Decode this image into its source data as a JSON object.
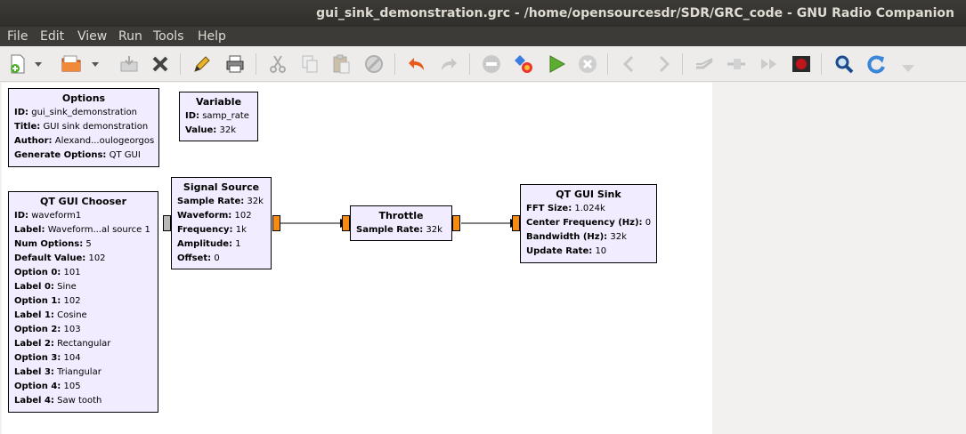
{
  "window": {
    "title": "gui_sink_demonstration.grc - /home/opensourcesdr/SDR/GRC_code - GNU Radio Companion"
  },
  "menu": {
    "file": "File",
    "edit": "Edit",
    "view": "View",
    "run": "Run",
    "tools": "Tools",
    "help": "Help"
  },
  "toolbar": {
    "icons": [
      "new-icon",
      "dropdown-icon",
      "open-icon",
      "dropdown-icon",
      "save-icon",
      "close-icon",
      "edit-icon",
      "print-icon",
      "cut-icon",
      "copy-icon",
      "paste-icon",
      "delete-icon",
      "undo-icon",
      "redo-icon",
      "disable-icon",
      "generate-icon",
      "execute-icon",
      "kill-icon",
      "rotate-left-icon",
      "rotate-right-icon",
      "enable-icon",
      "bypass-icon",
      "forward-icon",
      "stop-icon",
      "search-icon",
      "reload-icon",
      "back-icon"
    ]
  },
  "blocks": {
    "options": {
      "title": "Options",
      "params": [
        {
          "k": "ID:",
          "v": "gui_sink_demonstration"
        },
        {
          "k": "Title:",
          "v": "GUI sink demonstration"
        },
        {
          "k": "Author:",
          "v": "Alexand...oulogeorgos"
        },
        {
          "k": "Generate Options:",
          "v": "QT GUI"
        }
      ]
    },
    "variable": {
      "title": "Variable",
      "params": [
        {
          "k": "ID:",
          "v": "samp_rate"
        },
        {
          "k": "Value:",
          "v": "32k"
        }
      ]
    },
    "chooser": {
      "title": "QT GUI Chooser",
      "params": [
        {
          "k": "ID:",
          "v": "waveform1"
        },
        {
          "k": "Label:",
          "v": "Waveform...al source 1"
        },
        {
          "k": "Num Options:",
          "v": "5"
        },
        {
          "k": "Default Value:",
          "v": "102"
        },
        {
          "k": "Option 0:",
          "v": "101"
        },
        {
          "k": "Label 0:",
          "v": "Sine"
        },
        {
          "k": "Option 1:",
          "v": "102"
        },
        {
          "k": "Label 1:",
          "v": "Cosine"
        },
        {
          "k": "Option 2:",
          "v": "103"
        },
        {
          "k": "Label 2:",
          "v": "Rectangular"
        },
        {
          "k": "Option 3:",
          "v": "104"
        },
        {
          "k": "Label 3:",
          "v": "Triangular"
        },
        {
          "k": "Option 4:",
          "v": "105"
        },
        {
          "k": "Label 4:",
          "v": "Saw tooth"
        }
      ]
    },
    "source": {
      "title": "Signal Source",
      "params": [
        {
          "k": "Sample Rate:",
          "v": "32k"
        },
        {
          "k": "Waveform:",
          "v": "102"
        },
        {
          "k": "Frequency:",
          "v": "1k"
        },
        {
          "k": "Amplitude:",
          "v": "1"
        },
        {
          "k": "Offset:",
          "v": "0"
        }
      ]
    },
    "throttle": {
      "title": "Throttle",
      "params": [
        {
          "k": "Sample Rate:",
          "v": "32k"
        }
      ]
    },
    "sink": {
      "title": "QT GUI Sink",
      "params": [
        {
          "k": "FFT Size:",
          "v": "1.024k"
        },
        {
          "k": "Center Frequency (Hz):",
          "v": "0"
        },
        {
          "k": "Bandwidth (Hz):",
          "v": "32k"
        },
        {
          "k": "Update Rate:",
          "v": "10"
        }
      ]
    }
  },
  "colors": {
    "block_bg": "#f1ecff",
    "port": "#f78b12",
    "port_disabled": "#b9b9b9"
  }
}
